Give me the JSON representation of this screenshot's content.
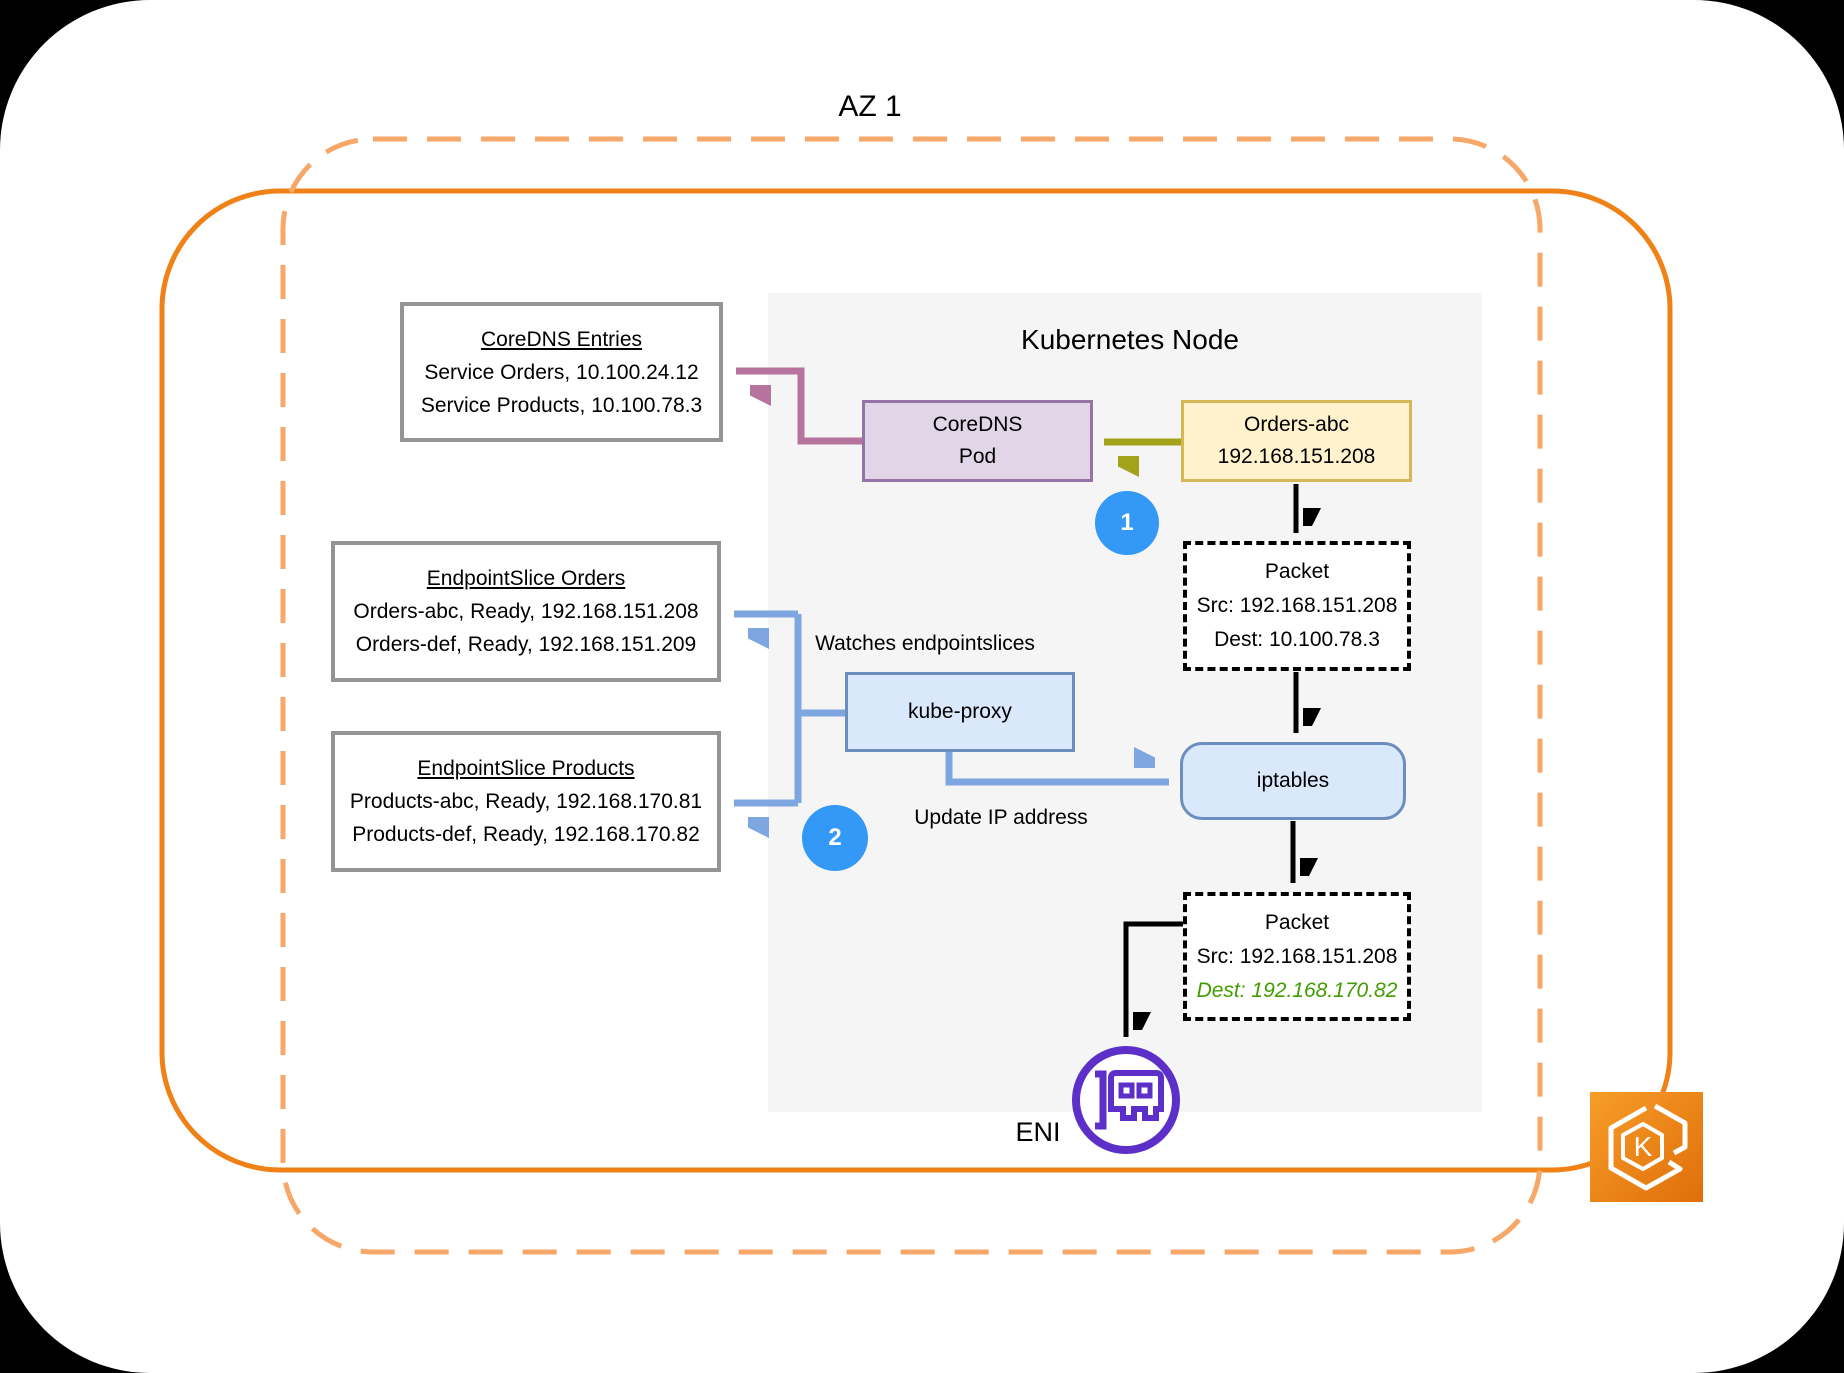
{
  "az_label": "AZ 1",
  "node_panel": {
    "title": "Kubernetes Node"
  },
  "coredns_entries": {
    "title": "CoreDNS Entries",
    "rows": [
      "Service Orders, 10.100.24.12",
      "Service Products, 10.100.78.3"
    ]
  },
  "endpointslice_orders": {
    "title": "EndpointSlice Orders",
    "rows": [
      "Orders-abc, Ready, 192.168.151.208",
      "Orders-def, Ready, 192.168.151.209"
    ]
  },
  "endpointslice_products": {
    "title": "EndpointSlice Products",
    "rows": [
      "Products-abc, Ready, 192.168.170.81",
      "Products-def, Ready, 192.168.170.82"
    ]
  },
  "coredns_pod": {
    "line1": "CoreDNS",
    "line2": "Pod"
  },
  "orders_pod": {
    "line1": "Orders-abc",
    "line2": "192.168.151.208"
  },
  "packet1": {
    "title": "Packet",
    "src": "Src: 192.168.151.208",
    "dest": "Dest: 10.100.78.3"
  },
  "packet2": {
    "title": "Packet",
    "src": "Src: 192.168.151.208",
    "dest": "Dest: 192.168.170.82"
  },
  "kube_proxy": {
    "label": "kube-proxy"
  },
  "iptables": {
    "label": "iptables"
  },
  "annotations": {
    "watches": "Watches endpointslices",
    "update_ip": "Update IP address",
    "eni": "ENI"
  },
  "steps": {
    "one": "1",
    "two": "2"
  },
  "eks_icon_letter": "K",
  "colors": {
    "cluster_border": "#f08117",
    "az_border": "#f7a768",
    "info_border": "#949494",
    "purple_fill": "#e1d5e7",
    "purple_border": "#9673a6",
    "yellow_fill": "#fff2cc",
    "yellow_border": "#d6b656",
    "blue_fill": "#dae8fc",
    "blue_border": "#6c8ebf",
    "connector_blue": "#7ea6e0",
    "connector_pink": "#b5739d",
    "connector_olive": "#a2a31a",
    "step_circle": "#3498f7",
    "green_text": "#419d00",
    "eni_purple": "#5b2fc8",
    "panel_gray": "#f5f5f5"
  }
}
